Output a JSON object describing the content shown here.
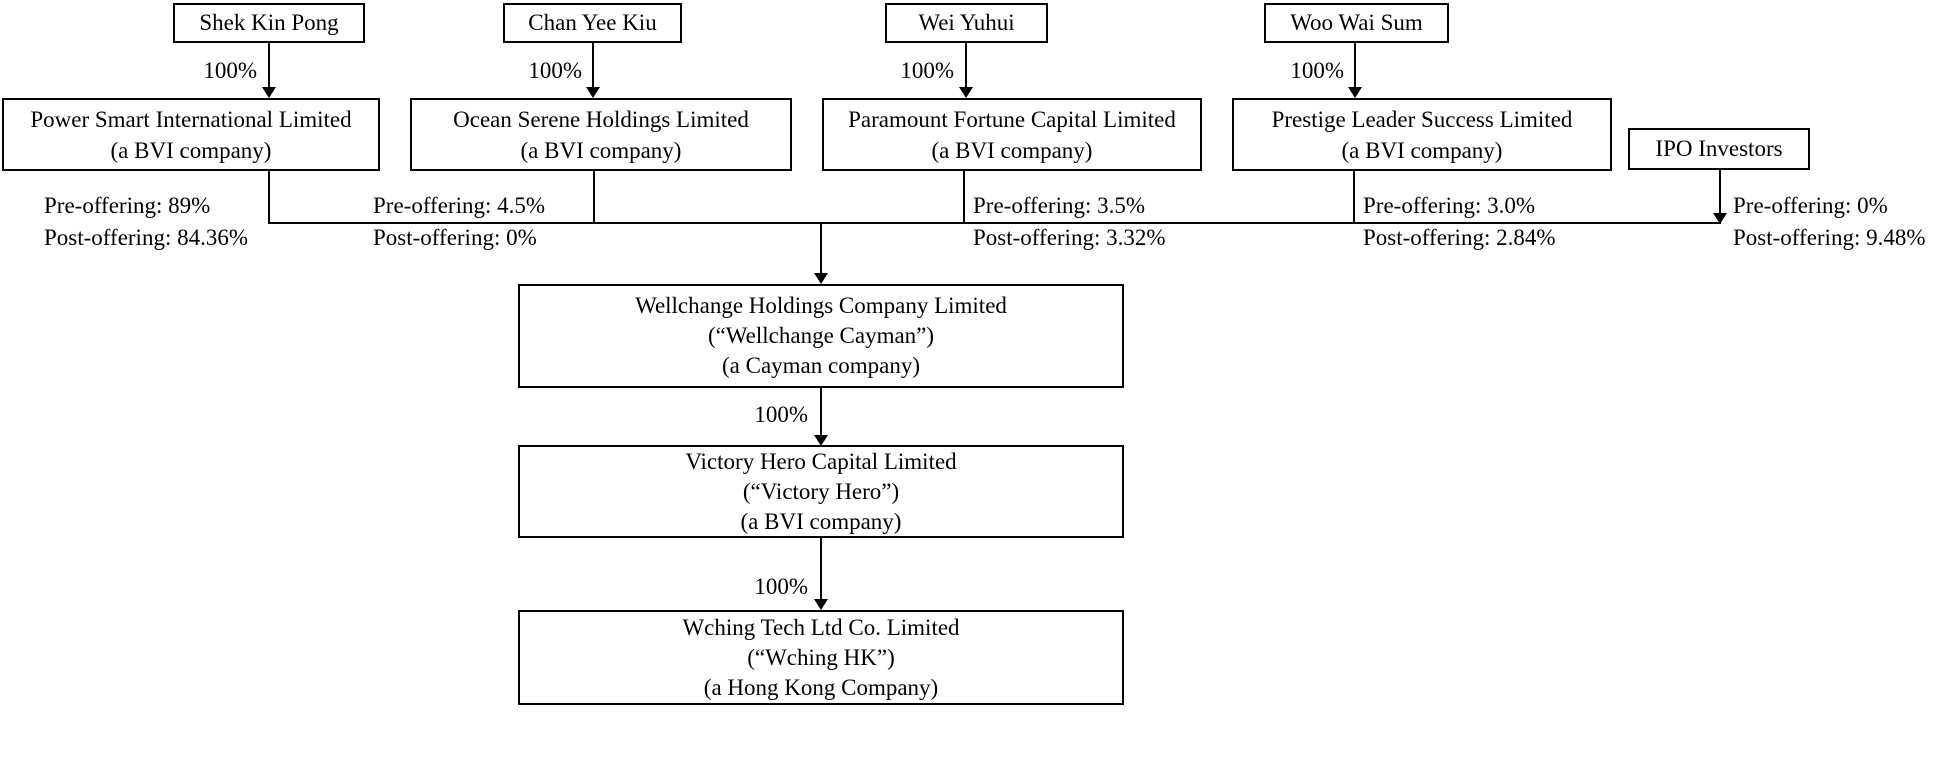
{
  "colors": {
    "background": "#ffffff",
    "line": "#000000",
    "text": "#000000"
  },
  "shareholders": [
    {
      "name": "Shek Kin Pong",
      "stake": "100%"
    },
    {
      "name": "Chan Yee Kiu",
      "stake": "100%"
    },
    {
      "name": "Wei Yuhui",
      "stake": "100%"
    },
    {
      "name": "Woo Wai Sum",
      "stake": "100%"
    }
  ],
  "bvi_companies": [
    {
      "name": "Power Smart International Limited",
      "jurisdiction": "(a BVI company)",
      "pre_offering": "Pre-offering: 89%",
      "post_offering": "Post-offering: 84.36%"
    },
    {
      "name": "Ocean Serene Holdings Limited",
      "jurisdiction": "(a BVI company)",
      "pre_offering": "Pre-offering: 4.5%",
      "post_offering": "Post-offering: 0%"
    },
    {
      "name": "Paramount Fortune Capital Limited",
      "jurisdiction": "(a BVI company)",
      "pre_offering": "Pre-offering: 3.5%",
      "post_offering": "Post-offering: 3.32%"
    },
    {
      "name": "Prestige Leader Success Limited",
      "jurisdiction": "(a BVI company)",
      "pre_offering": "Pre-offering: 3.0%",
      "post_offering": "Post-offering: 2.84%"
    }
  ],
  "ipo_investors": {
    "name": "IPO Investors",
    "pre_offering": "Pre-offering: 0%",
    "post_offering": "Post-offering: 9.48%"
  },
  "group_chain": [
    {
      "name": "Wellchange Holdings Company Limited",
      "alias": "(“Wellchange Cayman”)",
      "jurisdiction": "(a Cayman company)"
    },
    {
      "name": "Victory Hero Capital Limited",
      "alias": "(“Victory Hero”)",
      "jurisdiction": "(a BVI company)",
      "stake_from_above": "100%"
    },
    {
      "name": "Wching Tech Ltd Co. Limited",
      "alias": "(“Wching HK”)",
      "jurisdiction": "(a Hong Kong Company)",
      "stake_from_above": "100%"
    }
  ]
}
